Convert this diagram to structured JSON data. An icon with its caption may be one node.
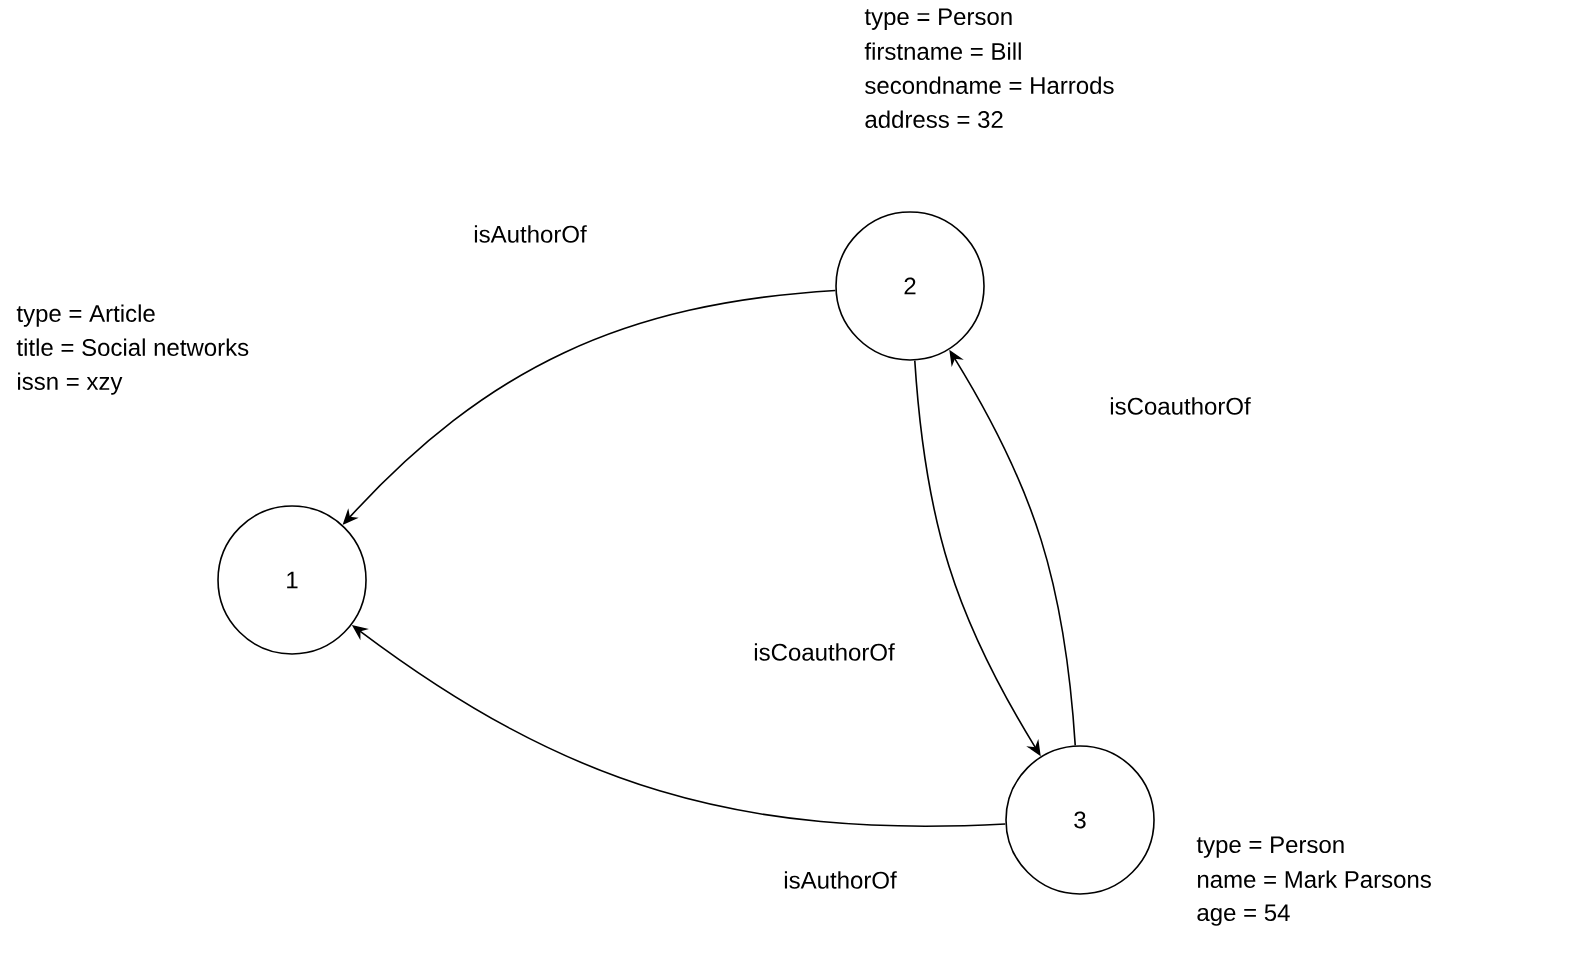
{
  "diagram": {
    "nodes": [
      {
        "text": [
          "1"
        ],
        "beside": [
          "type = Article",
          "title = Social networks",
          "issn = xzy"
        ]
      },
      {
        "text": [
          "2"
        ],
        "beside": [
          "type = Person",
          "firstname = Bill",
          "secondname = Harrods",
          "address = 32"
        ]
      },
      {
        "text": [
          "3"
        ],
        "beside": [
          "type = Person",
          "name = Mark Parsons",
          "age = 54"
        ]
      }
    ],
    "edges": [
      {
        "from": 1,
        "to": 0,
        "arrow": "to",
        "label": "isAuthorOf"
      },
      {
        "from": 1,
        "to": 2,
        "arrow": "to",
        "label": "isCoauthorOf"
      },
      {
        "from": 2,
        "to": 1,
        "arrow": "to",
        "label": "isCoauthorOf"
      },
      {
        "from": 2,
        "to": 0,
        "arrow": "to",
        "label": "isAuthorOf"
      }
    ]
  }
}
